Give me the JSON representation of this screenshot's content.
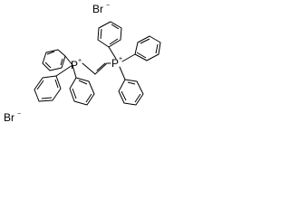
{
  "structure": {
    "counterions": [
      {
        "element": "Br",
        "charge": "−"
      },
      {
        "element": "Br",
        "charge": "−"
      }
    ],
    "cations": [
      {
        "element": "P",
        "charge": "+"
      },
      {
        "element": "P",
        "charge": "+"
      }
    ],
    "colors": {
      "bond": "#000000",
      "background": "#ffffff"
    }
  }
}
